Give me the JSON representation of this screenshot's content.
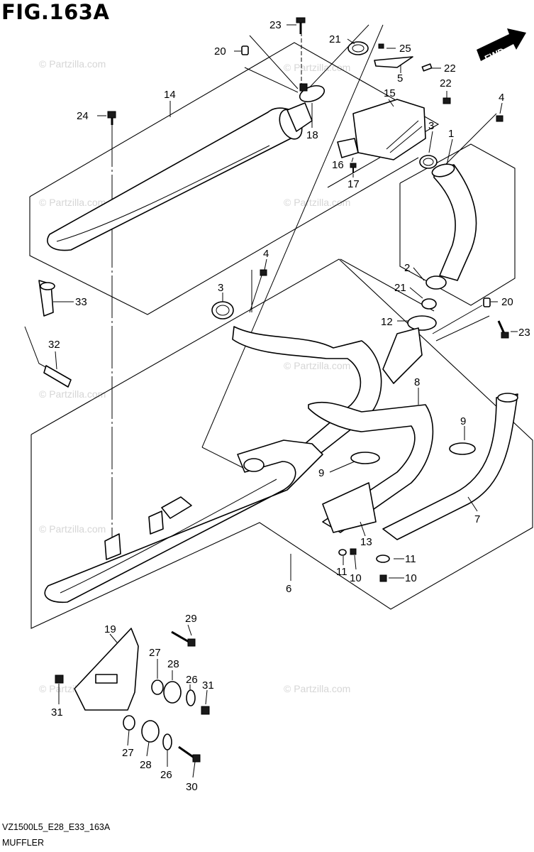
{
  "figure": {
    "title": "FIG.163A"
  },
  "footer": {
    "model_code": "VZ1500L5_E28_E33_163A",
    "section_name": "MUFFLER"
  },
  "fwd_badge": {
    "label": "FWD"
  },
  "watermark": {
    "text": "© Partzilla.com"
  },
  "callouts": [
    {
      "id": "c1",
      "number": "1"
    },
    {
      "id": "c2",
      "number": "2"
    },
    {
      "id": "c3a",
      "number": "3"
    },
    {
      "id": "c3b",
      "number": "3"
    },
    {
      "id": "c4a",
      "number": "4"
    },
    {
      "id": "c4b",
      "number": "4"
    },
    {
      "id": "c5",
      "number": "5"
    },
    {
      "id": "c6",
      "number": "6"
    },
    {
      "id": "c7",
      "number": "7"
    },
    {
      "id": "c8",
      "number": "8"
    },
    {
      "id": "c9a",
      "number": "9"
    },
    {
      "id": "c9b",
      "number": "9"
    },
    {
      "id": "c10a",
      "number": "10"
    },
    {
      "id": "c10b",
      "number": "10"
    },
    {
      "id": "c11a",
      "number": "11"
    },
    {
      "id": "c11b",
      "number": "11"
    },
    {
      "id": "c12",
      "number": "12"
    },
    {
      "id": "c13",
      "number": "13"
    },
    {
      "id": "c14",
      "number": "14"
    },
    {
      "id": "c15",
      "number": "15"
    },
    {
      "id": "c16",
      "number": "16"
    },
    {
      "id": "c17",
      "number": "17"
    },
    {
      "id": "c18",
      "number": "18"
    },
    {
      "id": "c19",
      "number": "19"
    },
    {
      "id": "c20a",
      "number": "20"
    },
    {
      "id": "c20b",
      "number": "20"
    },
    {
      "id": "c21a",
      "number": "21"
    },
    {
      "id": "c21b",
      "number": "21"
    },
    {
      "id": "c22a",
      "number": "22"
    },
    {
      "id": "c22b",
      "number": "22"
    },
    {
      "id": "c23a",
      "number": "23"
    },
    {
      "id": "c23b",
      "number": "23"
    },
    {
      "id": "c24",
      "number": "24"
    },
    {
      "id": "c25",
      "number": "25"
    },
    {
      "id": "c26a",
      "number": "26"
    },
    {
      "id": "c26b",
      "number": "26"
    },
    {
      "id": "c27a",
      "number": "27"
    },
    {
      "id": "c27b",
      "number": "27"
    },
    {
      "id": "c28a",
      "number": "28"
    },
    {
      "id": "c28b",
      "number": "28"
    },
    {
      "id": "c29",
      "number": "29"
    },
    {
      "id": "c30",
      "number": "30"
    },
    {
      "id": "c31a",
      "number": "31"
    },
    {
      "id": "c31b",
      "number": "31"
    },
    {
      "id": "c32",
      "number": "32"
    },
    {
      "id": "c33",
      "number": "33"
    }
  ]
}
